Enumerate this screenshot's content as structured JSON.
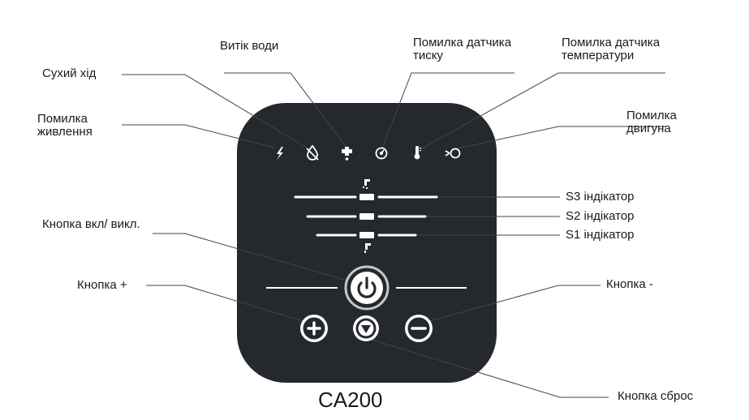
{
  "device": {
    "model": "CA200"
  },
  "labels": {
    "leak": "Витік води",
    "pressure_sensor": "Помилка датчика\nтиску",
    "temperature_sensor": "Помилка датчика\nтемператури",
    "dry_run": "Сухий хід",
    "power_error": "Помилка\nживлення",
    "motor_error": "Помилка\nдвигуна",
    "s3": "S3 індікатор",
    "s2": "S2 індікатор",
    "s1": "S1 індікатор",
    "power_button": "Кнопка вкл/ викл.",
    "plus_button": "Кнопка +",
    "minus_button": "Кнопка -",
    "reset_button": "Кнопка сброс"
  },
  "icons": {
    "power_error": "lightning-icon",
    "dry_run": "dry-run-drop-icon",
    "leak": "leak-pipe-icon",
    "pressure": "pressure-gauge-icon",
    "temperature": "thermometer-icon",
    "motor": "motor-icon",
    "power": "power-icon",
    "plus": "plus-icon",
    "minus": "minus-icon",
    "reset": "reset-triangle-icon"
  },
  "colors": {
    "panel": "#25282d",
    "leader": "#333333",
    "icon": "#ffffff"
  }
}
